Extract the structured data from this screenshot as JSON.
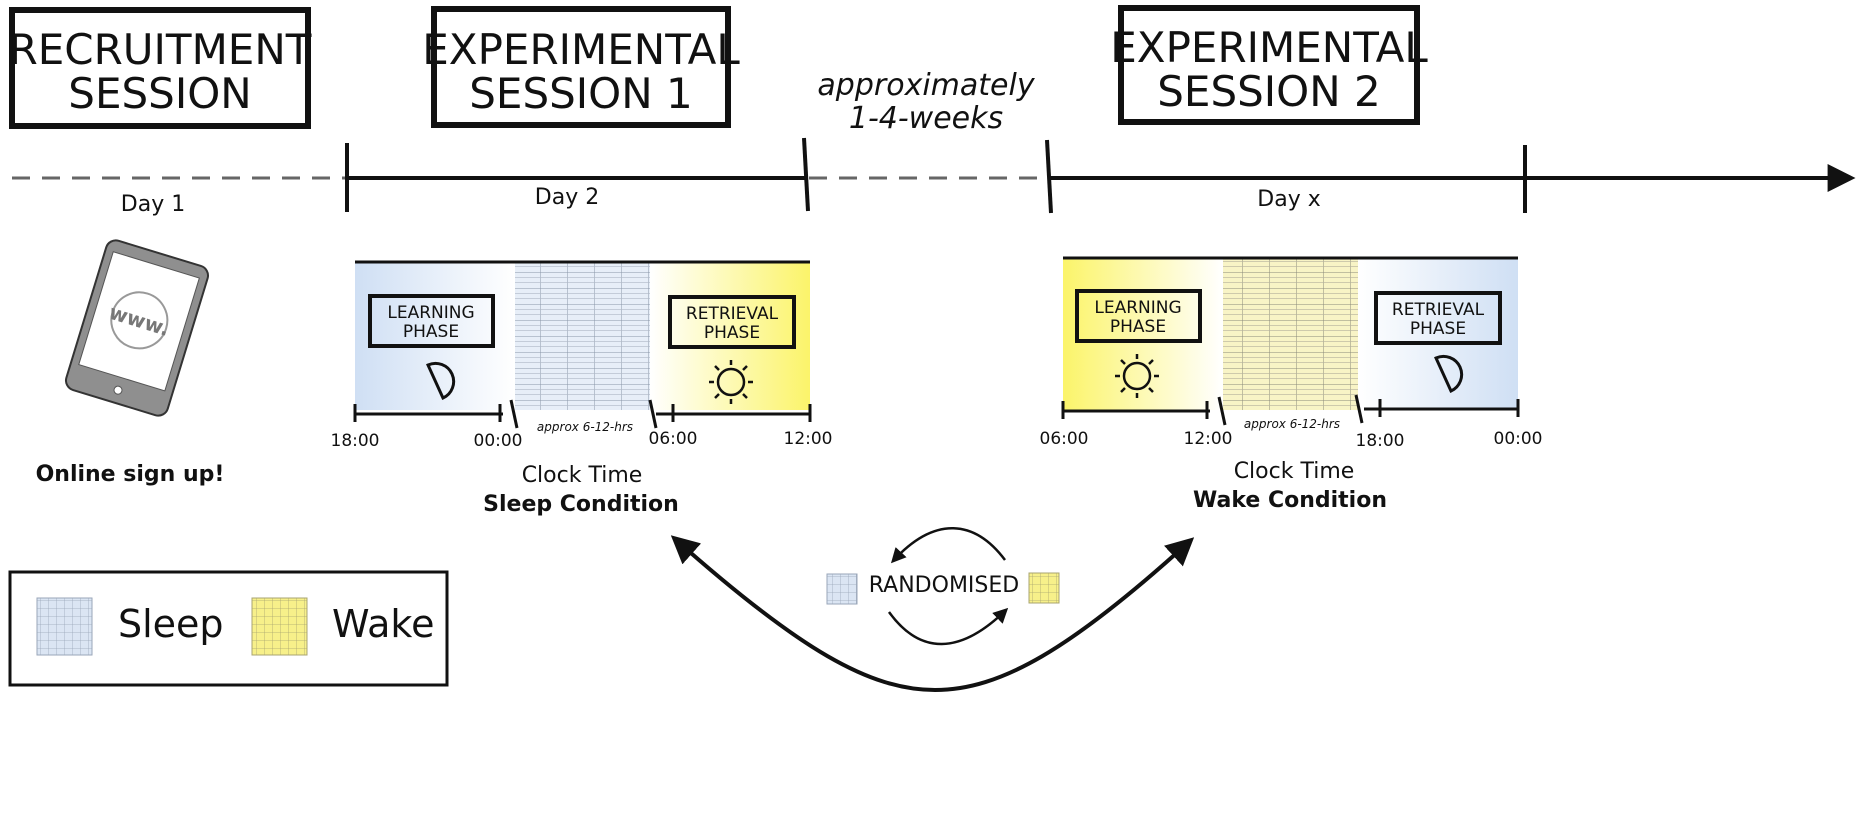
{
  "sessions": {
    "recruitment": {
      "line1": "RECRUITMENT",
      "line2": "SESSION"
    },
    "experimental1": {
      "line1": "EXPERIMENTAL",
      "line2": "SESSION 1"
    },
    "experimental2": {
      "line1": "EXPERIMENTAL",
      "line2": "SESSION 2"
    }
  },
  "interval": {
    "line1": "approximately",
    "line2": "1-4-weeks"
  },
  "days": {
    "day1": "Day 1",
    "day2": "Day 2",
    "dayx": "Day x"
  },
  "signup": "Online sign up!",
  "tablet": {
    "url": "www."
  },
  "sleep_condition": {
    "learning": {
      "line1": "LEARNING",
      "line2": "PHASE"
    },
    "retrieval": {
      "line1": "RETRIEVAL",
      "line2": "PHASE"
    },
    "ticks": [
      "18:00",
      "00:00",
      "06:00",
      "12:00"
    ],
    "approx": "approx 6-12-hrs",
    "clock_label": "Clock Time",
    "condition_label": "Sleep Condition"
  },
  "wake_condition": {
    "learning": {
      "line1": "LEARNING",
      "line2": "PHASE"
    },
    "retrieval": {
      "line1": "RETRIEVAL",
      "line2": "PHASE"
    },
    "ticks": [
      "06:00",
      "12:00",
      "18:00",
      "00:00"
    ],
    "approx": "approx 6-12-hrs",
    "clock_label": "Clock Time",
    "condition_label": "Wake Condition"
  },
  "randomised": "RANDOMISED",
  "legend": {
    "sleep": "Sleep",
    "wake": "Wake"
  },
  "colors": {
    "sleep_blue": "#d4e3f5",
    "wake_yellow": "#fbf47a",
    "grid_line": "#8a8a8a",
    "dash": "#666666"
  }
}
